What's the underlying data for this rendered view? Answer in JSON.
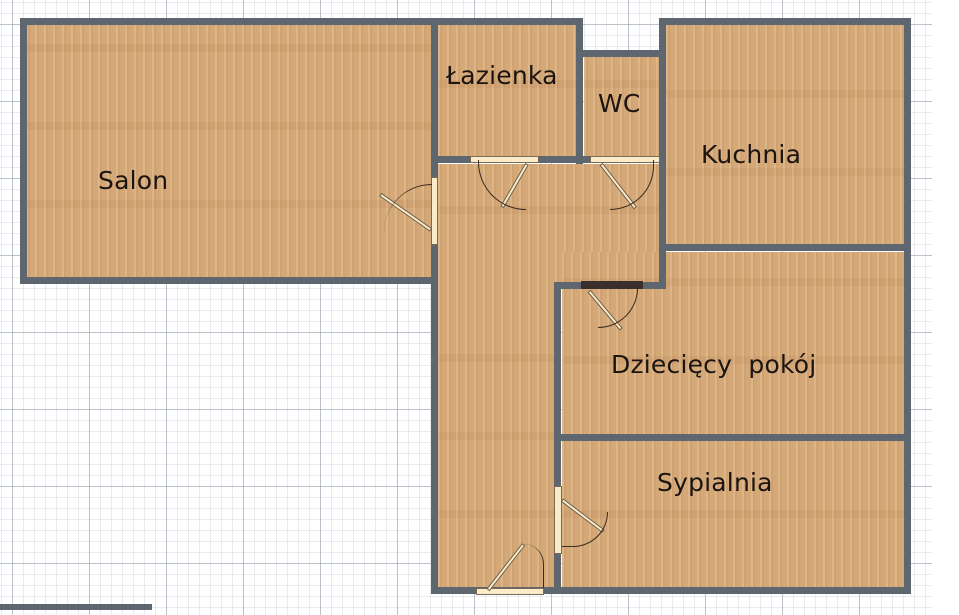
{
  "plan": {
    "type": "floor-plan",
    "colors": {
      "wall": "#5e6670",
      "floor": "#d5a877",
      "door_leaf": "#fbecc9",
      "dark_door": "#3a2f2c",
      "label": "#1b1410",
      "grid_background": "#ffffff"
    },
    "rooms": [
      {
        "id": "salon",
        "label": "Salon"
      },
      {
        "id": "lazienka",
        "label": "Łazienka"
      },
      {
        "id": "wc",
        "label": "WC"
      },
      {
        "id": "kuchnia",
        "label": "Kuchnia"
      },
      {
        "id": "korytarz",
        "label": ""
      },
      {
        "id": "dzieciecy",
        "label": "Dziecięcy  pokój"
      },
      {
        "id": "sypialnia",
        "label": "Sypialnia"
      }
    ]
  }
}
